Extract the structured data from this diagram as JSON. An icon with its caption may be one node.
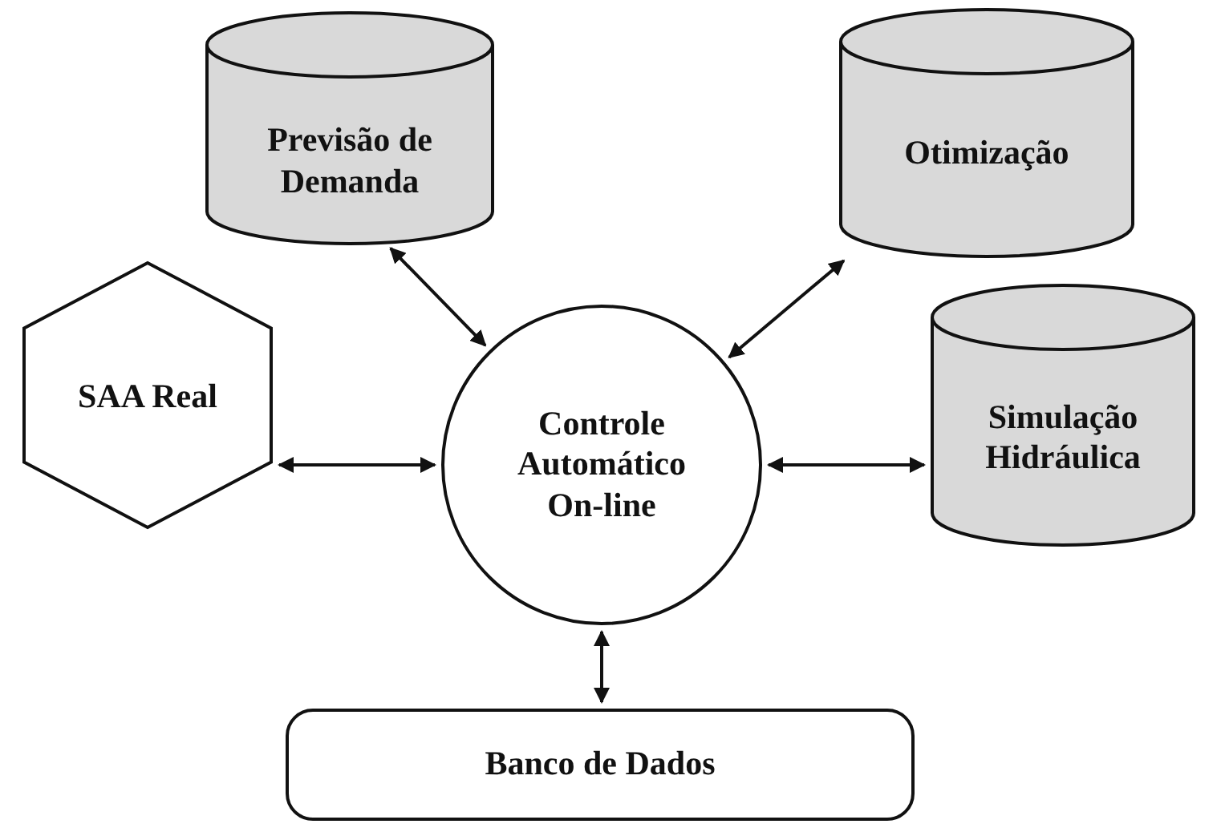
{
  "diagram": {
    "nodes": [
      {
        "text": [
          "Previsão de Demanda"
        ]
      },
      {
        "text": [
          "Otimização"
        ]
      },
      {
        "text": [
          "SAA Real"
        ]
      },
      {
        "text": [
          "Controle Automático On-line"
        ]
      },
      {
        "text": [
          "Simulação Hidráulica"
        ]
      },
      {
        "text": [
          "Banco de Dados"
        ]
      }
    ],
    "edges": [
      {
        "from": 0,
        "to": 3,
        "arrow": "both"
      },
      {
        "from": 1,
        "to": 3,
        "arrow": "both"
      },
      {
        "from": 2,
        "to": 3,
        "arrow": "both"
      },
      {
        "from": 3,
        "to": 4,
        "arrow": "both"
      },
      {
        "from": 3,
        "to": 5,
        "arrow": "both"
      }
    ]
  }
}
